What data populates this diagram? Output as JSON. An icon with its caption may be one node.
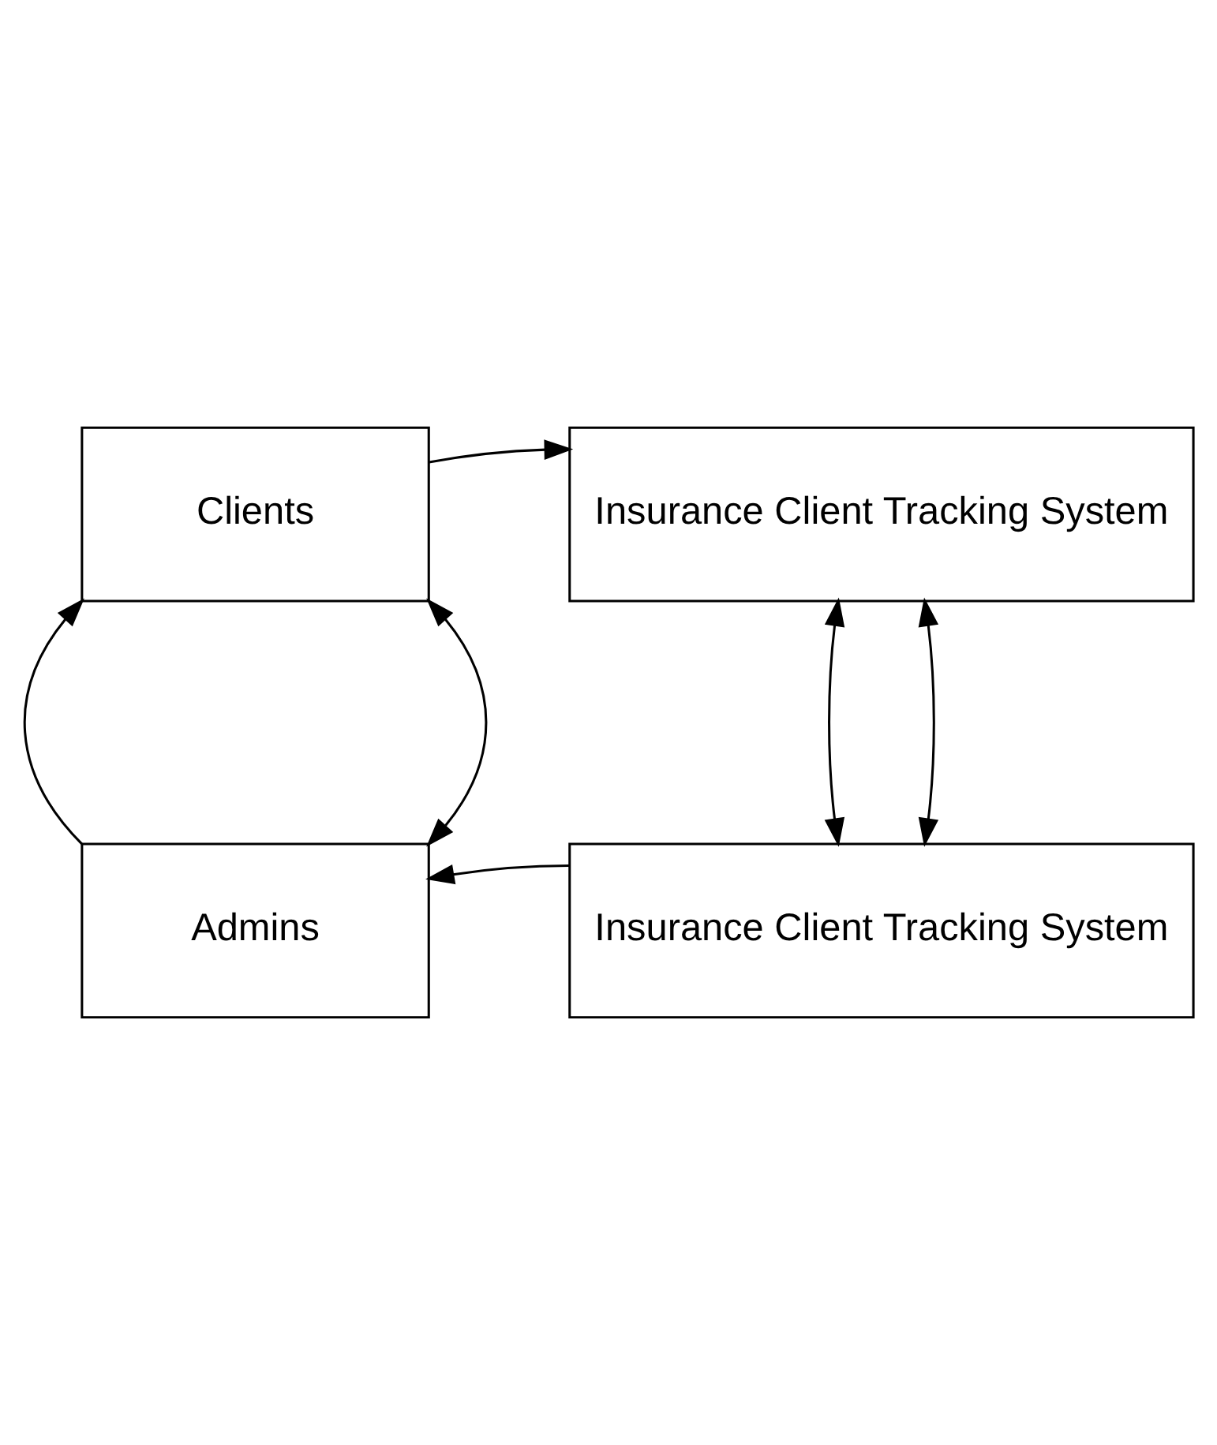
{
  "diagram": {
    "nodes": [
      {
        "text": [
          "Clients"
        ]
      },
      {
        "text": [
          "Insurance Client Tracking System"
        ]
      },
      {
        "text": [
          "Admins"
        ]
      },
      {
        "text": [
          "Insurance Client Tracking System"
        ]
      }
    ],
    "edges": [
      {
        "from": 0,
        "to": 1,
        "arrow": "to"
      },
      {
        "from": 2,
        "to": 0,
        "arrow": "to"
      },
      {
        "from": 0,
        "to": 2,
        "arrow": "both"
      },
      {
        "from": 1,
        "to": 3,
        "arrow": "both"
      },
      {
        "from": 1,
        "to": 3,
        "arrow": "both"
      },
      {
        "from": 3,
        "to": 2,
        "arrow": "to"
      }
    ]
  }
}
